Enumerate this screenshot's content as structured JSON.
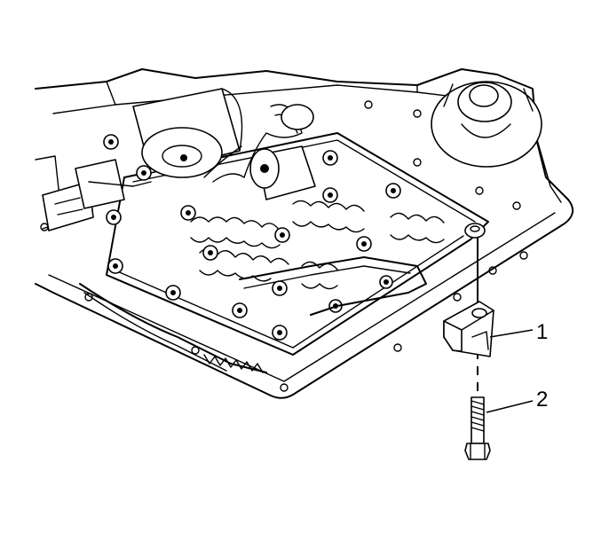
{
  "callouts": [
    {
      "number": "1",
      "part": "valve-body-bracket"
    },
    {
      "number": "2",
      "part": "bolt"
    }
  ]
}
